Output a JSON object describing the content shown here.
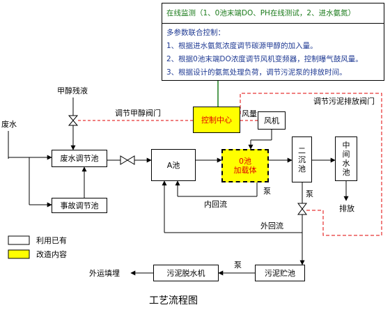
{
  "note": {
    "line1": "在线监测（1、0池末端DO、PH在线测试，2、进水氨氮）",
    "line2": "多参数联合控制：",
    "line3": "1、根据进水氨氮浓度调节碳源甲醇的加入量。",
    "line4": "2、根据0池末端DO浓度调节风机变频器，控制曝气鼓风量。",
    "line5": "3、根据设计的氨氮处理负荷，调节污泥泵的排放时间。"
  },
  "labels": {
    "methanol_residue": "甲醇残液",
    "waste_water": "废水",
    "methanol_valve": "调节甲醇阀门",
    "sludge_valve": "调节污泥排放阀门",
    "air": "风量",
    "pump1": "泵",
    "pump2": "泵",
    "pump3": "泵",
    "inner_reflux": "内回流",
    "outer_reflux": "外回流",
    "discharge": "排放",
    "landfill": "外运填埋"
  },
  "boxes": {
    "regulating_tank": "废水调节池",
    "accident_tank": "事故调节池",
    "a_tank": "A池",
    "control_center": "控制中心",
    "zero_tank_1": "0池",
    "zero_tank_2": "加载体",
    "blower": "风机",
    "clarifier": [
      "二",
      "沉",
      "池"
    ],
    "middle_tank": [
      "中",
      "间",
      "水",
      "池"
    ],
    "sludge_dewater": "污泥脱水机",
    "sludge_storage": "污泥贮池"
  },
  "legend": {
    "existing": "利用已有",
    "modified": "改造内容"
  },
  "caption": "工艺流程图",
  "colors": {
    "control": "#e00000",
    "monitor": "#1a7a1a",
    "highlight": "#ffff00",
    "note_text": "#1f3a93"
  }
}
